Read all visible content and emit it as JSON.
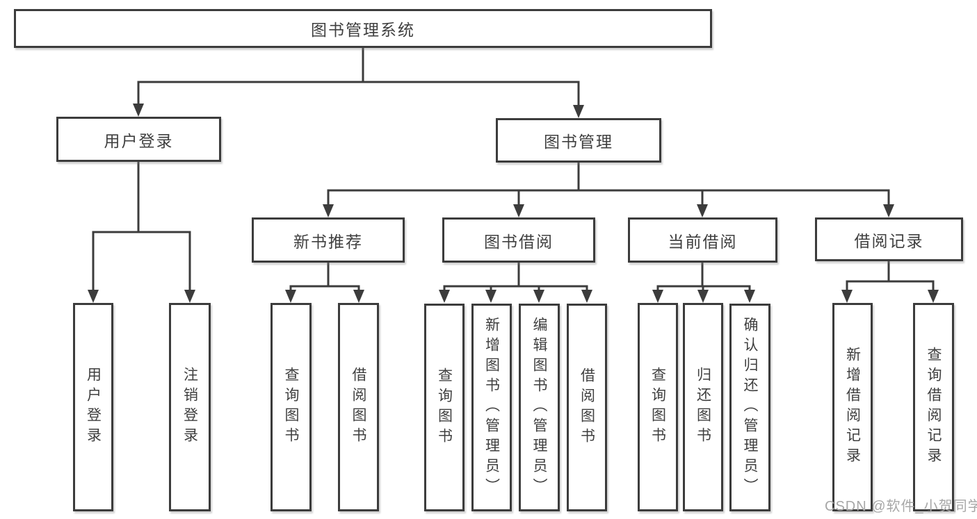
{
  "diagram": {
    "type": "hierarchy-tree",
    "orientation": "top-down",
    "tree": {
      "label": "图书管理系统",
      "children": [
        {
          "label": "用户登录",
          "children": [
            {
              "label": "用户登录"
            },
            {
              "label": "注销登录"
            }
          ]
        },
        {
          "label": "图书管理",
          "children": [
            {
              "label": "新书推荐",
              "children": [
                {
                  "label": "查询图书"
                },
                {
                  "label": "借阅图书"
                }
              ]
            },
            {
              "label": "图书借阅",
              "children": [
                {
                  "label": "查询图书"
                },
                {
                  "label": "新增图书（管理员）"
                },
                {
                  "label": "编辑图书（管理员）"
                },
                {
                  "label": "借阅图书"
                }
              ]
            },
            {
              "label": "当前借阅",
              "children": [
                {
                  "label": "查询图书"
                },
                {
                  "label": "归还图书"
                },
                {
                  "label": "确认归还（管理员）"
                }
              ]
            },
            {
              "label": "借阅记录",
              "children": [
                {
                  "label": "新增借阅记录"
                },
                {
                  "label": "查询借阅记录"
                }
              ]
            }
          ]
        }
      ]
    },
    "colors": {
      "line": "#3c3c3c",
      "text": "#3f3f3f",
      "background": "#ffffff",
      "watermark": "#a7a7a7"
    }
  },
  "watermark": {
    "text": "CSDN @软件_小贺同学"
  }
}
